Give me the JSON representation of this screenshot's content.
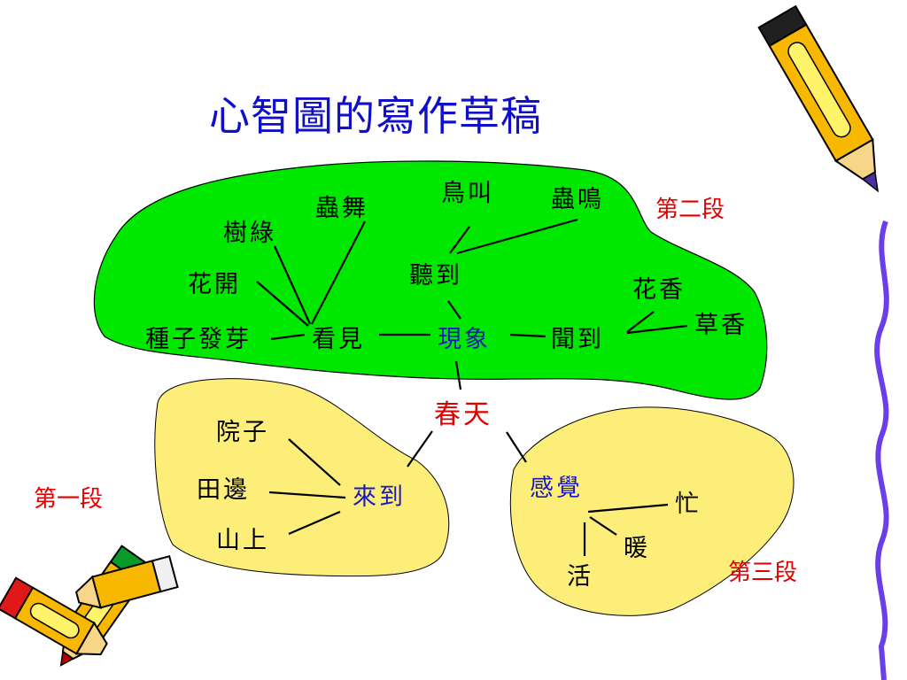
{
  "title": "心智圖的寫作草稿",
  "center": "春天",
  "segments": {
    "first": "第一段",
    "second": "第二段",
    "third": "第三段"
  },
  "second_paragraph": {
    "hub": "現象",
    "see": "看見",
    "hear": "聽到",
    "smell": "聞到",
    "sprout": "種子發芽",
    "flowers_open": "花開",
    "trees_green": "樹綠",
    "insects_dance": "蟲舞",
    "birds_call": "鳥叫",
    "insects_chirp": "蟲鳴",
    "flower_scent": "花香",
    "grass_scent": "草香"
  },
  "first_paragraph": {
    "hub": "來到",
    "yard": "院子",
    "field_edge": "田邊",
    "mountain": "山上"
  },
  "third_paragraph": {
    "hub": "感覺",
    "busy": "忙",
    "warm": "暖",
    "lively": "活"
  },
  "colors": {
    "green_region": "#00e800",
    "yellow_region": "#fdee7a",
    "title": "#1010c8",
    "accent_red": "#e00000",
    "hub_blue": "#1a1ab8"
  }
}
